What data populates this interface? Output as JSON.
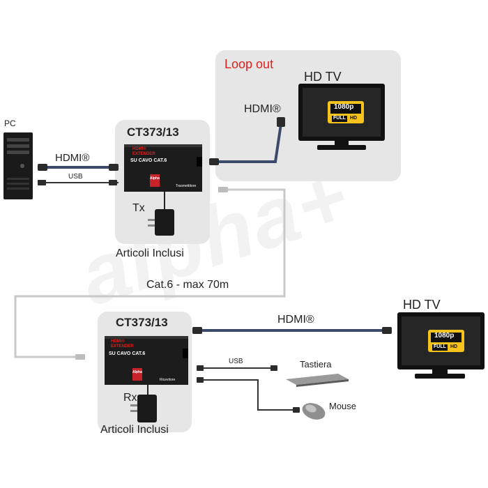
{
  "pc": {
    "label": "PC"
  },
  "transmitter": {
    "model": "CT373/13",
    "device_line1": "HDMI®",
    "device_line2": "EXTENDER",
    "device_line3": "SU CAVO CAT.6",
    "logo_text": "Alpha",
    "role_label": "Trasmettitore",
    "port_label": "Tx",
    "included_label": "Articoli Inclusi"
  },
  "receiver": {
    "model": "CT373/13",
    "device_line1": "HDMI®",
    "device_line2": "EXTENDER",
    "device_line3": "SU CAVO CAT.6",
    "logo_text": "Alpha",
    "role_label": "Ricevitore",
    "port_label": "Rx",
    "included_label": "Articoli Inclusi"
  },
  "loop_out": {
    "title": "Loop out",
    "tv_label": "HD TV",
    "hdmi_label": "HDMI®"
  },
  "connections": {
    "pc_hdmi": "HDMI®",
    "pc_usb": "USB",
    "cat6": "Cat.6 - max 70m",
    "rx_hdmi": "HDMI®",
    "rx_usb": "USB"
  },
  "tv_badge": {
    "resolution": "1080p",
    "full": "FULL",
    "hd": "HD"
  },
  "remote_tv": {
    "label": "HD TV"
  },
  "peripherals": {
    "keyboard": "Tastiera",
    "mouse": "Mouse"
  },
  "colors": {
    "panel": "#e6e6e6",
    "loop_title": "#e0201b",
    "cable": "#3b4a6b",
    "plug": "#d9a13a",
    "badge": "#f6c21c"
  }
}
